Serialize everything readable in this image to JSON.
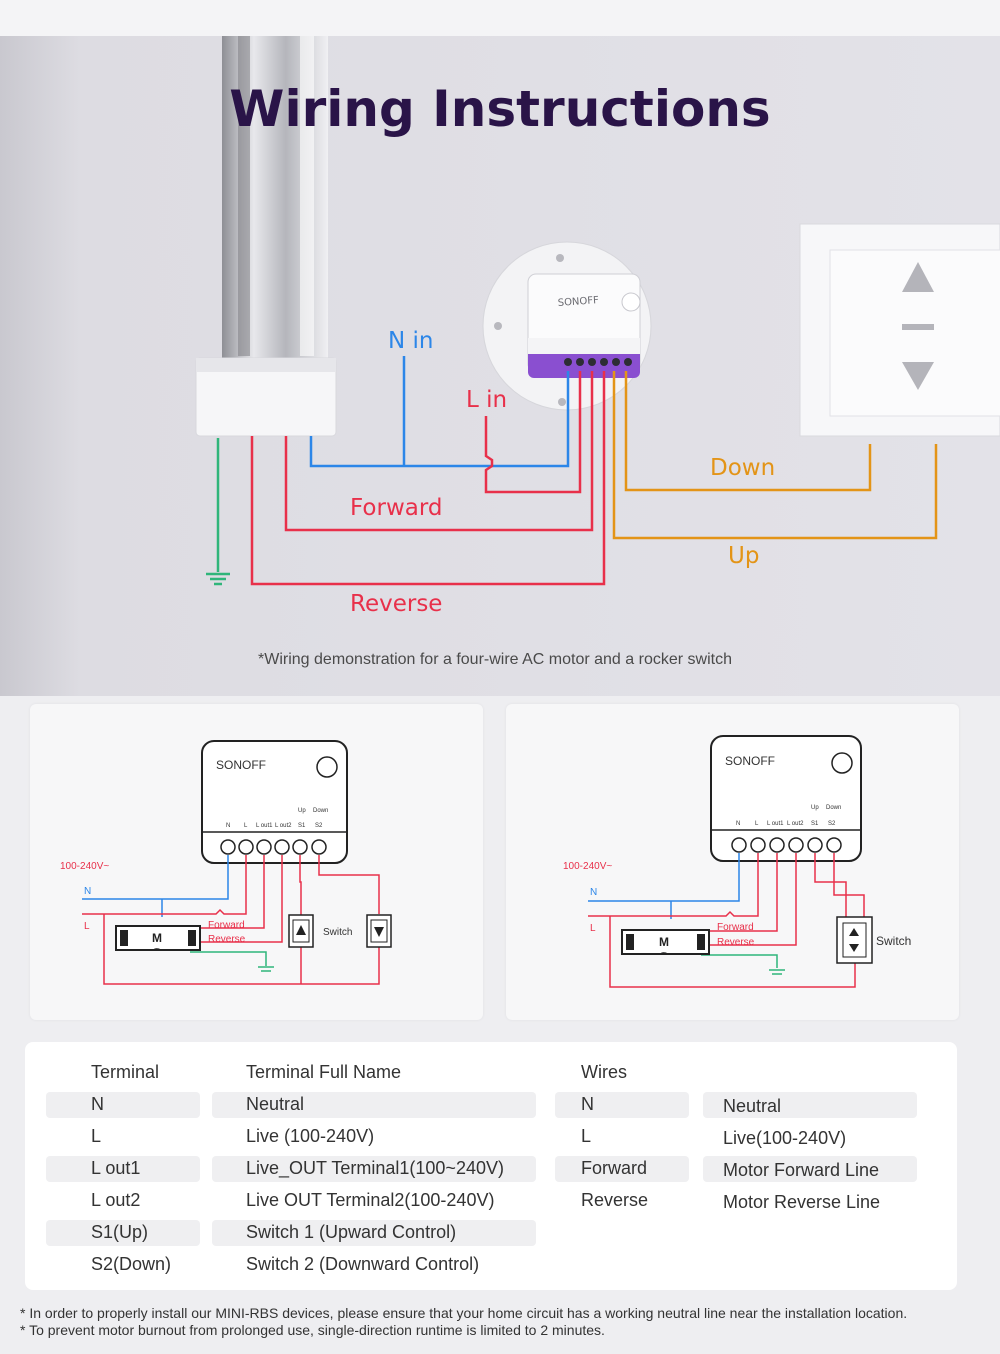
{
  "title": "Wiring Instructions",
  "note": "*Wiring demonstration for a four-wire AC motor and a rocker switch",
  "labels": {
    "n_in": "N in",
    "l_in": "L in",
    "forward": "Forward",
    "reverse": "Reverse",
    "down": "Down",
    "up": "Up"
  },
  "device": {
    "brand": "SONOFF",
    "terminals": [
      "N",
      "L",
      "L out1",
      "L out2",
      "S1",
      "S2"
    ],
    "up_label": "Up",
    "down_label": "Down"
  },
  "diagram_left": {
    "voltage": "100-240V~",
    "n": "N",
    "l": "L",
    "motor": "M",
    "motor_sub": "~",
    "forward": "Forward",
    "reverse": "Reverse",
    "switch": "Switch"
  },
  "diagram_right": {
    "voltage": "100-240V~",
    "n": "N",
    "l": "L",
    "motor": "M",
    "motor_sub": "~",
    "forward": "Forward",
    "reverse": "Reverse",
    "switch": "Switch"
  },
  "table": {
    "headers": {
      "terminal": "Terminal",
      "full_name": "Terminal Full Name",
      "wires": "Wires"
    },
    "terminals": [
      {
        "terminal": "N",
        "full_name": "Neutral"
      },
      {
        "terminal": "L",
        "full_name": "Live (100-240V)"
      },
      {
        "terminal": "L out1",
        "full_name": "Live_OUT Terminal1(100~240V)"
      },
      {
        "terminal": "L out2",
        "full_name": "Live OUT Terminal2(100-240V)"
      },
      {
        "terminal": "S1(Up)",
        "full_name": "Switch 1 (Upward Control)"
      },
      {
        "terminal": "S2(Down)",
        "full_name": "Switch 2 (Downward Control)"
      }
    ],
    "wires": [
      {
        "wire": "N",
        "meaning": "Neutral"
      },
      {
        "wire": "L",
        "meaning": "Live(100-240V)"
      },
      {
        "wire": "Forward",
        "meaning": "Motor Forward Line"
      },
      {
        "wire": "Reverse",
        "meaning": "Motor Reverse Line"
      }
    ]
  },
  "footnotes": [
    "* In order to properly install our MINI-RBS devices, please ensure that your home circuit has a working neutral line near the installation location.",
    "* To prevent motor burnout from prolonged use, single-direction runtime is limited to 2 minutes."
  ],
  "colors": {
    "title": "#2a1448",
    "neutral_wire": "#2c86e8",
    "live_wire": "#e8304a",
    "switch_wire": "#e39417",
    "ground_wire": "#2fb57a",
    "device_accent": "#8a4fd0"
  }
}
